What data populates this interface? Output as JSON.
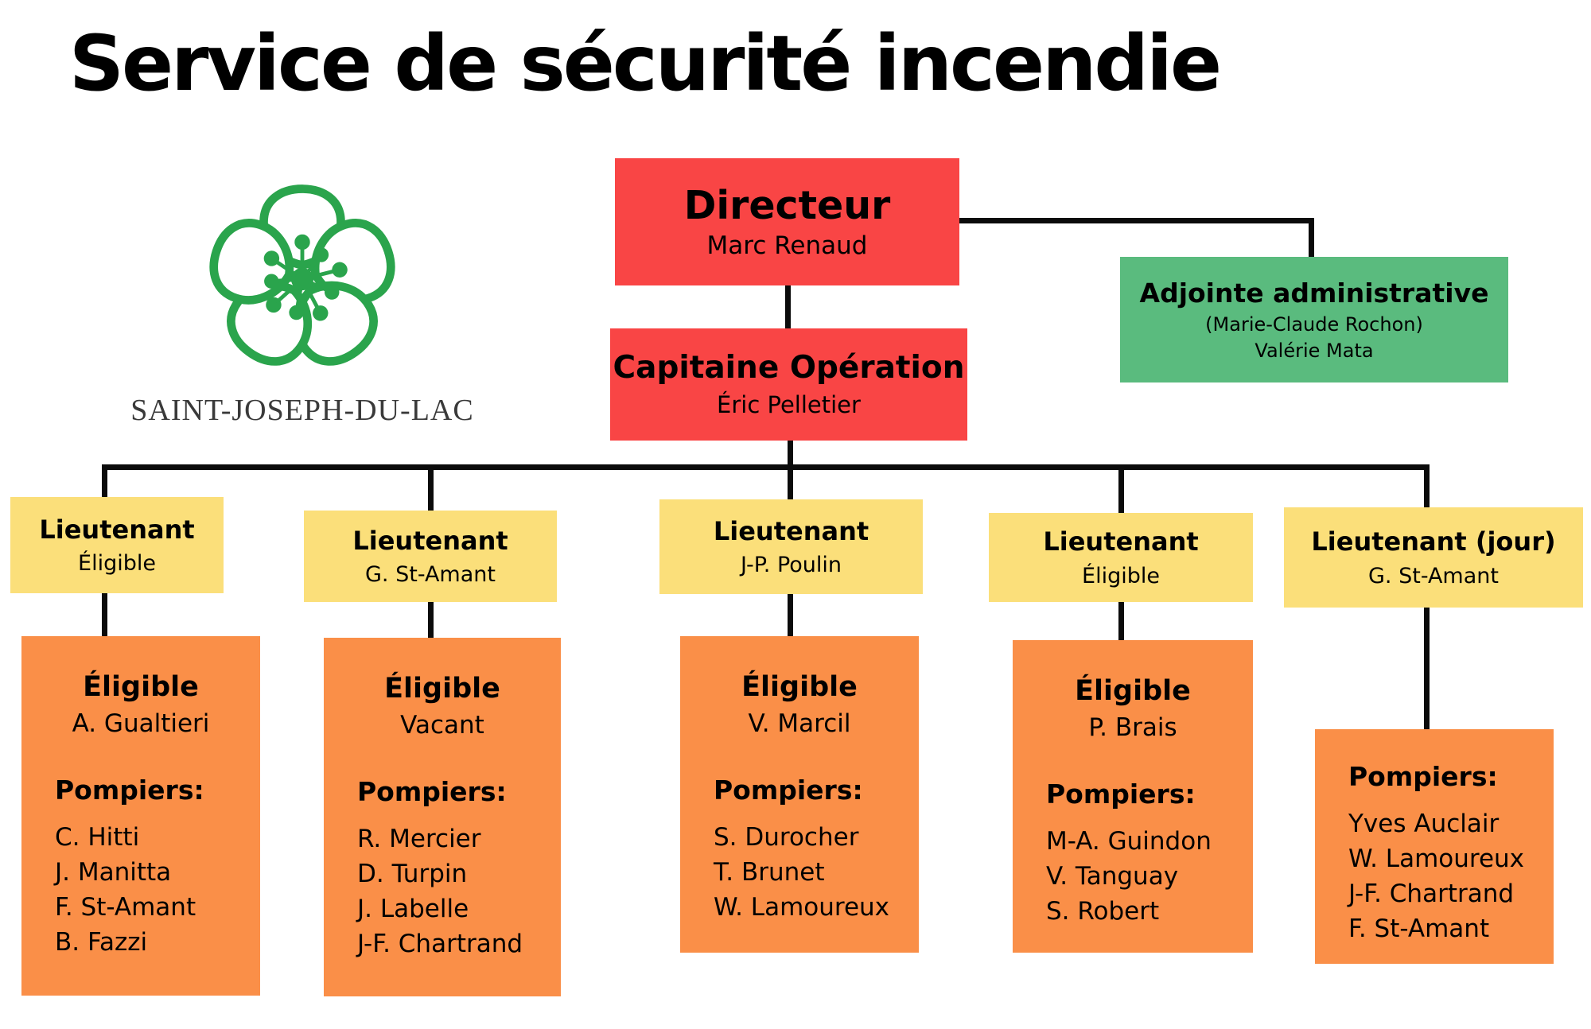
{
  "title": "Service de sécurité incendie",
  "logo": {
    "organization": "SAINT-JOSEPH-DU-LAC",
    "icon": "five-petal-flower"
  },
  "colors": {
    "director_red": "#f94545",
    "lieutenant_yellow": "#fbdf7a",
    "team_orange": "#fa8f48",
    "admin_green": "#5abb7e",
    "logo_green": "#2aa44c",
    "connector_black": "#0b0b0b"
  },
  "directeur": {
    "title": "Directeur",
    "name": "Marc Renaud"
  },
  "adjointe": {
    "title": "Adjointe administrative",
    "name1": "(Marie-Claude Rochon)",
    "name2": "Valérie Mata"
  },
  "capitaine": {
    "title": "Capitaine Opération",
    "name": "Éric Pelletier"
  },
  "lieutenants": [
    {
      "title": "Lieutenant",
      "name": "Éligible"
    },
    {
      "title": "Lieutenant",
      "name": "G. St-Amant"
    },
    {
      "title": "Lieutenant",
      "name": "J-P. Poulin"
    },
    {
      "title": "Lieutenant",
      "name": "Éligible"
    },
    {
      "title": "Lieutenant (jour)",
      "name": "G. St-Amant"
    }
  ],
  "teams": [
    {
      "eligible_label": "Éligible",
      "eligible_name": "A. Gualtieri",
      "pompiers_label": "Pompiers:",
      "pompiers": [
        "C. Hitti",
        "J. Manitta",
        "F. St-Amant",
        "B. Fazzi"
      ]
    },
    {
      "eligible_label": "Éligible",
      "eligible_name": "Vacant",
      "pompiers_label": "Pompiers:",
      "pompiers": [
        "R. Mercier",
        "D. Turpin",
        "J. Labelle",
        "J-F. Chartrand"
      ]
    },
    {
      "eligible_label": "Éligible",
      "eligible_name": "V. Marcil",
      "pompiers_label": "Pompiers:",
      "pompiers": [
        "S. Durocher",
        "T. Brunet",
        "W. Lamoureux"
      ]
    },
    {
      "eligible_label": "Éligible",
      "eligible_name": "P. Brais",
      "pompiers_label": "Pompiers:",
      "pompiers": [
        "M-A. Guindon",
        "V. Tanguay",
        "S. Robert"
      ]
    },
    {
      "pompiers_label": "Pompiers:",
      "pompiers": [
        "Yves Auclair",
        "W. Lamoureux",
        "J-F. Chartrand",
        "F. St-Amant"
      ]
    }
  ]
}
